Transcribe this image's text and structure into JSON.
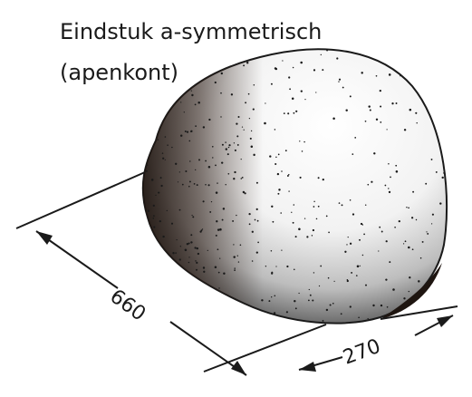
{
  "title": {
    "line1": "Eindstuk a-symmetrisch",
    "line2": "(apenkont)"
  },
  "dimensions": {
    "length": "660",
    "width": "270"
  },
  "colors": {
    "ink": "#1a1a1a",
    "shadow": "#2a1a12",
    "paper": "#ffffff"
  }
}
